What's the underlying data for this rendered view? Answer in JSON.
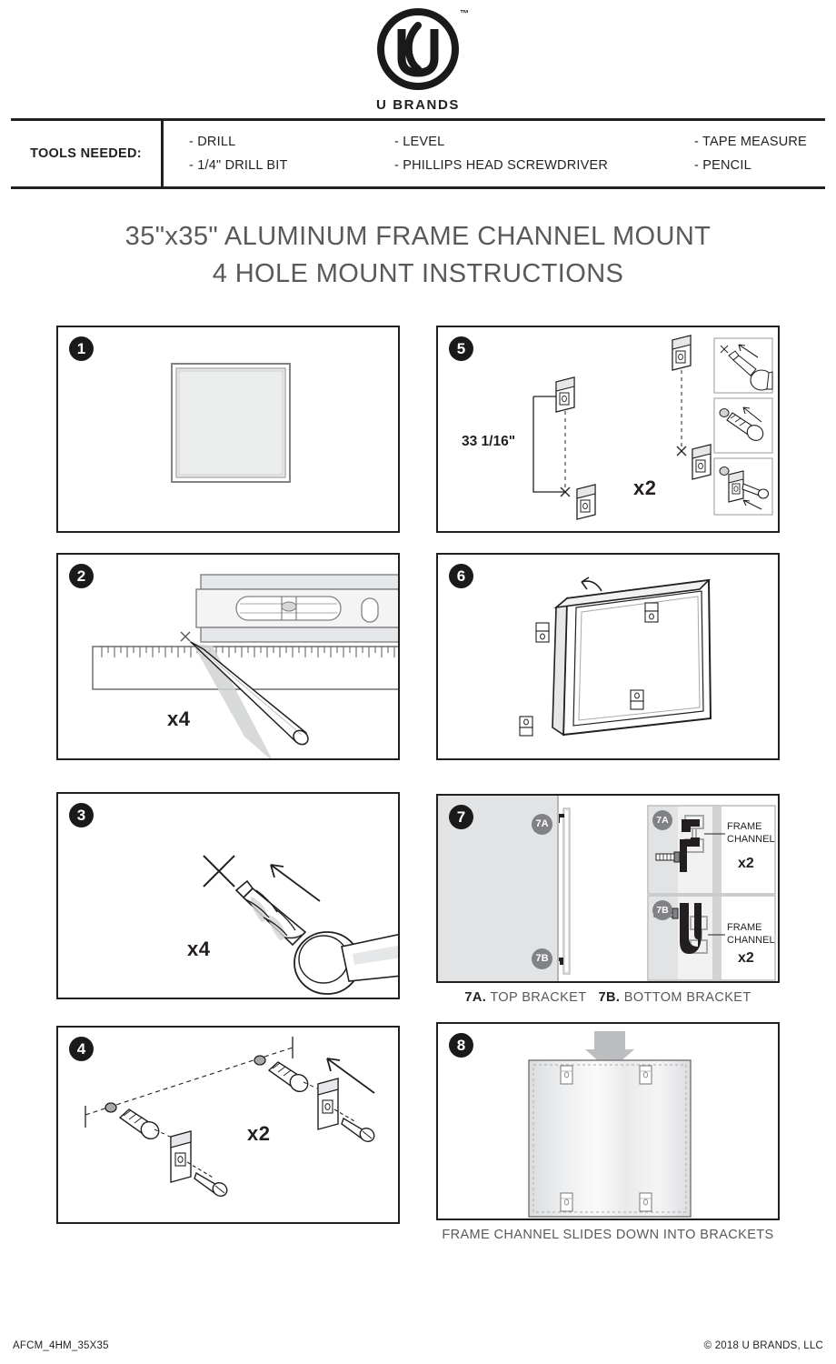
{
  "brand": {
    "logo_icon": "u-brands-circle-logo",
    "trademark": "™",
    "name": "U BRANDS"
  },
  "tools": {
    "label": "TOOLS NEEDED:",
    "column1": [
      "- DRILL",
      "- 1/4\" DRILL BIT"
    ],
    "column2": [
      "- LEVEL",
      "- PHILLIPS HEAD SCREWDRIVER"
    ],
    "column3": [
      "- TAPE MEASURE",
      "- PENCIL"
    ]
  },
  "title": {
    "line1": "35\"x35\" ALUMINUM FRAME CHANNEL MOUNT",
    "line2": "4 HOLE MOUNT INSTRUCTIONS"
  },
  "steps": [
    {
      "number": "1",
      "qty": "",
      "caption": ""
    },
    {
      "number": "2",
      "qty": "x4",
      "caption": ""
    },
    {
      "number": "3",
      "qty": "x4",
      "caption": ""
    },
    {
      "number": "4",
      "qty": "x2",
      "caption": ""
    },
    {
      "number": "5",
      "qty": "x2",
      "caption": "",
      "dimension": "33 1/16\""
    },
    {
      "number": "6",
      "qty": "",
      "caption": ""
    },
    {
      "number": "7",
      "qty": "",
      "caption_a_label": "7A.",
      "caption_a_text": "TOP BRACKET",
      "caption_b_label": "7B.",
      "caption_b_text": "BOTTOM BRACKET"
    },
    {
      "number": "8",
      "qty": "",
      "caption": "FRAME CHANNEL SLIDES DOWN INTO BRACKETS"
    }
  ],
  "step7": {
    "badge_a": "7A",
    "badge_b": "7B",
    "inset_a": {
      "badge": "7A",
      "label_line1": "FRAME",
      "label_line2": "CHANNEL",
      "qty": "x2"
    },
    "inset_b": {
      "badge": "7B",
      "label_line1": "FRAME",
      "label_line2": "CHANNEL",
      "qty": "x2"
    }
  },
  "footer": {
    "doc_code": "AFCM_4HM_35X35",
    "copyright": "© 2018 U BRANDS, LLC"
  },
  "colors": {
    "ink": "#231f20",
    "gray_text": "#58595b",
    "line_gray": "#808285",
    "panel_fill": "#e6e7e8",
    "badge_gray": "#808285"
  }
}
